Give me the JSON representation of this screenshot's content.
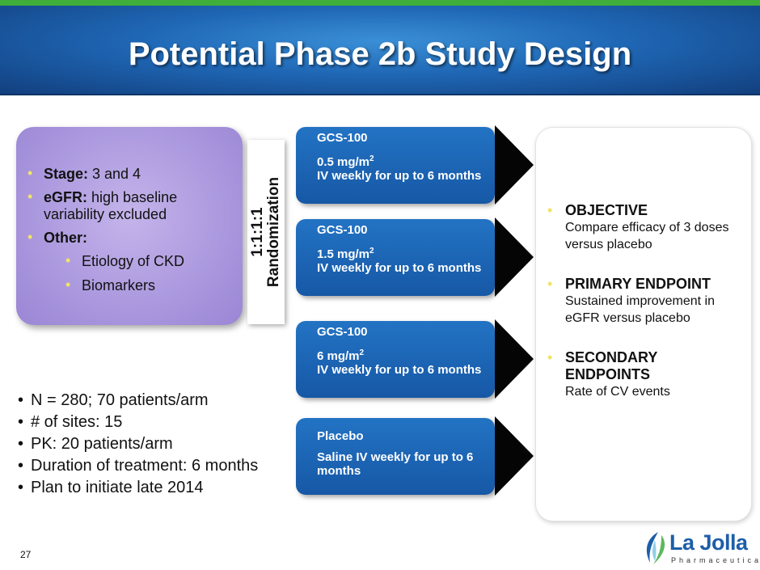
{
  "slide": {
    "title": "Potential Phase 2b Study Design",
    "page_number": "27"
  },
  "criteria": {
    "items": [
      {
        "label": "Stage:",
        "text": " 3 and 4"
      },
      {
        "label": "eGFR:",
        "text": " high baseline variability excluded"
      },
      {
        "label": "Other:",
        "text": ""
      }
    ],
    "sub_items": [
      "Etiology of CKD",
      "Biomarkers"
    ]
  },
  "randomization": {
    "ratio": "1:1:1:1",
    "label": "Randomization"
  },
  "arms": [
    {
      "drug": "GCS-100",
      "dose": "0.5 mg/m",
      "unit_exp": "2",
      "schedule": "IV weekly for up to 6 months"
    },
    {
      "drug": "GCS-100",
      "dose": "1.5 mg/m",
      "unit_exp": "2",
      "schedule": "IV weekly for up to 6 months"
    },
    {
      "drug": "GCS-100",
      "dose": "6 mg/m",
      "unit_exp": "2",
      "schedule": "IV weekly for up to 6 months"
    },
    {
      "drug": "Placebo",
      "dose": "",
      "unit_exp": "",
      "schedule": "Saline IV weekly for up to 6 months"
    }
  ],
  "outcomes": [
    {
      "heading": "OBJECTIVE",
      "text": "Compare efficacy of 3 doses versus placebo"
    },
    {
      "heading": "PRIMARY ENDPOINT",
      "text": "Sustained improvement in eGFR versus placebo"
    },
    {
      "heading": "SECONDARY ENDPOINTS",
      "text": "Rate of CV events"
    }
  ],
  "facts": [
    "N = 280; 70 patients/arm",
    "# of sites: 15",
    "PK:  20 patients/arm",
    "Duration of treatment: 6 months",
    "Plan to initiate late 2014"
  ],
  "logo": {
    "name": "La Jolla",
    "subtitle": "Pharmaceutical"
  },
  "colors": {
    "header_blue": "#1f67b5",
    "arm_blue": "#1658a6",
    "criteria_purple": "#a693dc",
    "bullet_yellow": "#f0e36a",
    "stripe_green": "#3fae3a"
  }
}
